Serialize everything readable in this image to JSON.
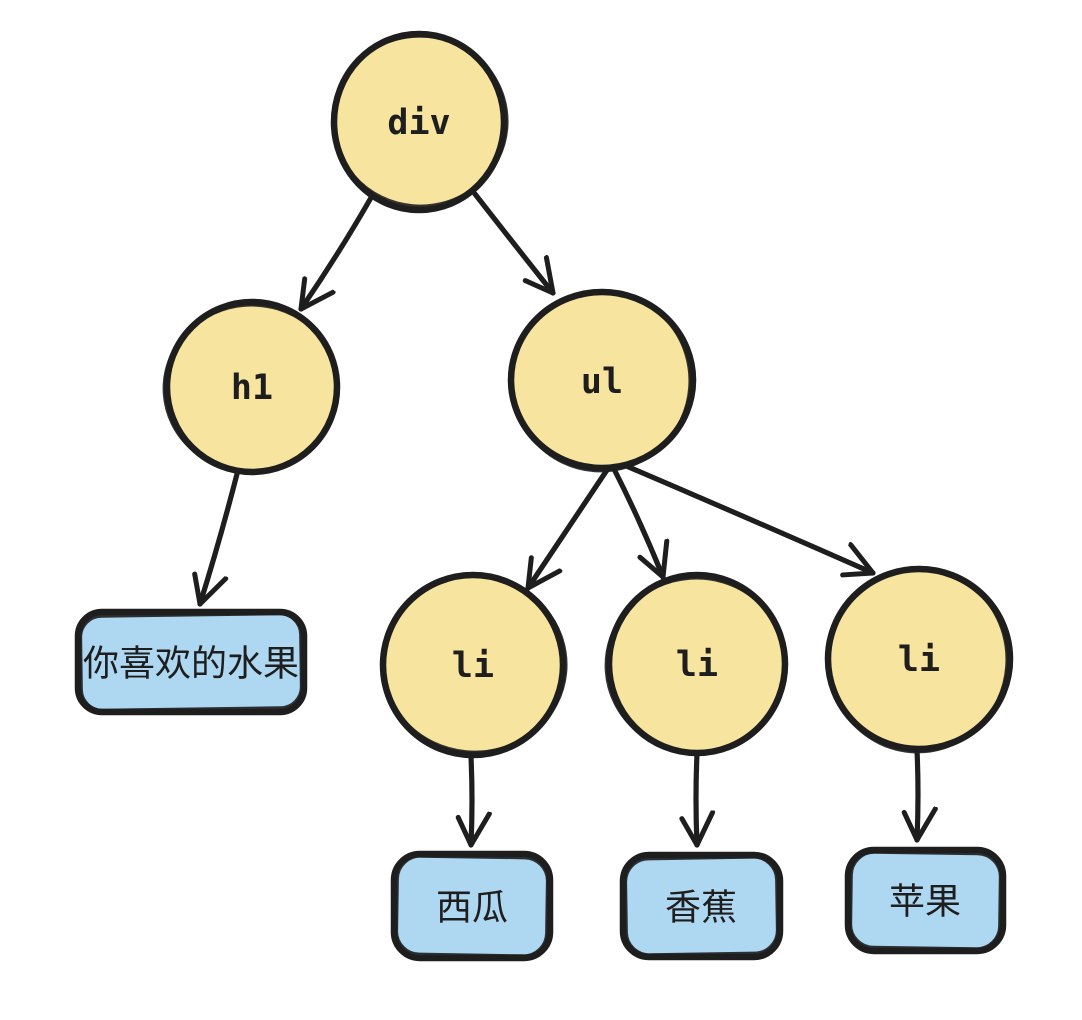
{
  "colors": {
    "background": "#ffffff",
    "node_fill": "#f7e49e",
    "leaf_fill": "#aed7f2",
    "stroke": "#1e1e1e",
    "text": "#1e1e1e"
  },
  "tree": {
    "nodes": [
      {
        "id": "div",
        "label": "div"
      },
      {
        "id": "h1",
        "label": "h1"
      },
      {
        "id": "ul",
        "label": "ul"
      },
      {
        "id": "li-1",
        "label": "li"
      },
      {
        "id": "li-2",
        "label": "li"
      },
      {
        "id": "li-3",
        "label": "li"
      }
    ],
    "text_nodes": [
      {
        "id": "fruit-title",
        "label": "你喜欢的水果"
      },
      {
        "id": "watermelon",
        "label": "西瓜"
      },
      {
        "id": "banana",
        "label": "香蕉"
      },
      {
        "id": "apple",
        "label": "苹果"
      }
    ],
    "edges": [
      {
        "from": "div",
        "to": "h1"
      },
      {
        "from": "div",
        "to": "ul"
      },
      {
        "from": "h1",
        "to": "fruit-title"
      },
      {
        "from": "ul",
        "to": "li-1"
      },
      {
        "from": "ul",
        "to": "li-2"
      },
      {
        "from": "ul",
        "to": "li-3"
      },
      {
        "from": "li-1",
        "to": "watermelon"
      },
      {
        "from": "li-2",
        "to": "banana"
      },
      {
        "from": "li-3",
        "to": "apple"
      }
    ]
  }
}
